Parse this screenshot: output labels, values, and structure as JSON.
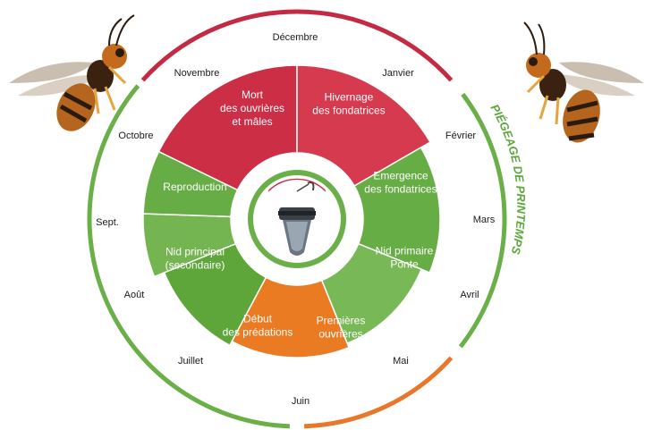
{
  "months": [
    {
      "id": "decembre",
      "label": "Décembre"
    },
    {
      "id": "janvier",
      "label": "Janvier"
    },
    {
      "id": "fevrier",
      "label": "Février"
    },
    {
      "id": "mars",
      "label": "Mars"
    },
    {
      "id": "avril",
      "label": "Avril"
    },
    {
      "id": "mai",
      "label": "Mai"
    },
    {
      "id": "juin",
      "label": "Juin"
    },
    {
      "id": "juillet",
      "label": "Juillet"
    },
    {
      "id": "aout",
      "label": "Août"
    },
    {
      "id": "sept",
      "label": "Sept."
    },
    {
      "id": "octobre",
      "label": "Octobre"
    },
    {
      "id": "novembre",
      "label": "Novembre"
    }
  ],
  "segments": [
    {
      "id": "mort",
      "lines": [
        "Mort",
        "des ouvrières",
        "et mâles"
      ],
      "color": "#cc2f45"
    },
    {
      "id": "hivernage",
      "lines": [
        "Hivernage",
        "des fondatrices"
      ],
      "color": "#d63a4e"
    },
    {
      "id": "emergence",
      "lines": [
        "Emergence",
        "des fondatrices"
      ],
      "color": "#67ad45"
    },
    {
      "id": "nid-primaire",
      "lines": [
        "Nid primaire",
        "Ponte"
      ],
      "color": "#78b856"
    },
    {
      "id": "premieres",
      "lines": [
        "Premières",
        "ouvrières"
      ],
      "color": "#ea7b22"
    },
    {
      "id": "debut",
      "lines": [
        "Début",
        "des prédations"
      ],
      "color": "#5ea63a"
    },
    {
      "id": "nid-principal",
      "lines": [
        "Nid principal",
        "(secondaire)"
      ],
      "color": "#74b551"
    },
    {
      "id": "reproduction",
      "lines": [
        "Reproduction"
      ],
      "color": "#67ad45"
    }
  ],
  "side_label": "PIÉGEAGE DE PRINTEMPS",
  "colors": {
    "red": "#c42a43",
    "green": "#6aaf47",
    "orange": "#e9772a"
  },
  "icons": {
    "trap": "trap-icon",
    "hornet_left": "hornet-icon",
    "hornet_right": "hornet-icon"
  }
}
